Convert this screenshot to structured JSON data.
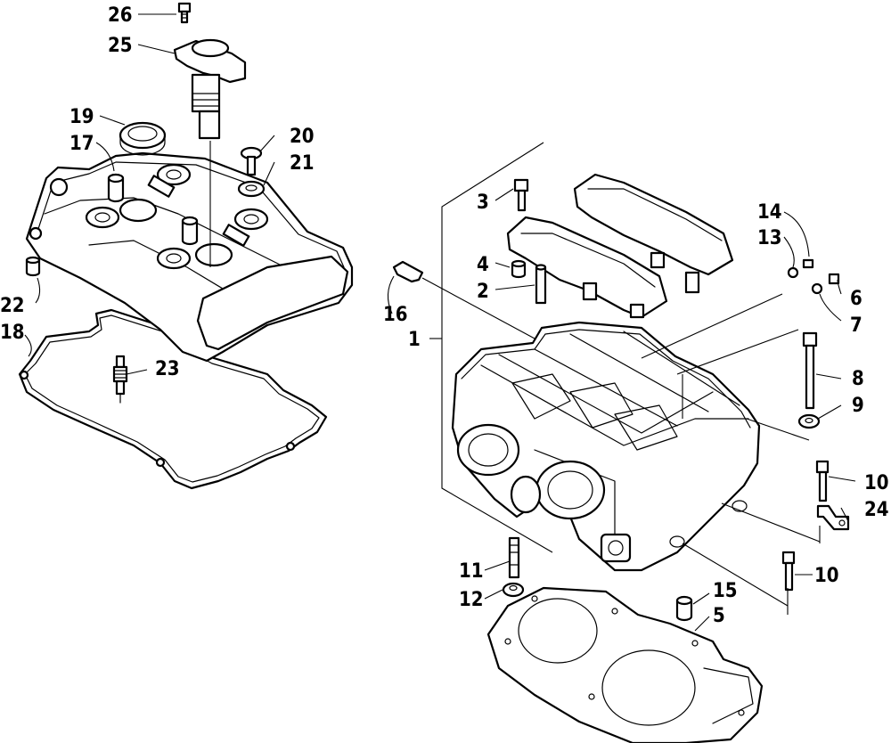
{
  "callouts": [
    {
      "id": "1",
      "label": "1"
    },
    {
      "id": "2",
      "label": "2"
    },
    {
      "id": "3",
      "label": "3"
    },
    {
      "id": "4",
      "label": "4"
    },
    {
      "id": "5",
      "label": "5"
    },
    {
      "id": "6",
      "label": "6"
    },
    {
      "id": "7",
      "label": "7"
    },
    {
      "id": "8",
      "label": "8"
    },
    {
      "id": "9",
      "label": "9"
    },
    {
      "id": "10a",
      "label": "10"
    },
    {
      "id": "10b",
      "label": "10"
    },
    {
      "id": "11",
      "label": "11"
    },
    {
      "id": "12",
      "label": "12"
    },
    {
      "id": "13",
      "label": "13"
    },
    {
      "id": "14",
      "label": "14"
    },
    {
      "id": "15",
      "label": "15"
    },
    {
      "id": "16",
      "label": "16"
    },
    {
      "id": "17",
      "label": "17"
    },
    {
      "id": "18",
      "label": "18"
    },
    {
      "id": "19",
      "label": "19"
    },
    {
      "id": "20",
      "label": "20"
    },
    {
      "id": "21",
      "label": "21"
    },
    {
      "id": "22",
      "label": "22"
    },
    {
      "id": "23",
      "label": "23"
    },
    {
      "id": "24",
      "label": "24"
    },
    {
      "id": "25",
      "label": "25"
    },
    {
      "id": "26",
      "label": "26"
    }
  ]
}
